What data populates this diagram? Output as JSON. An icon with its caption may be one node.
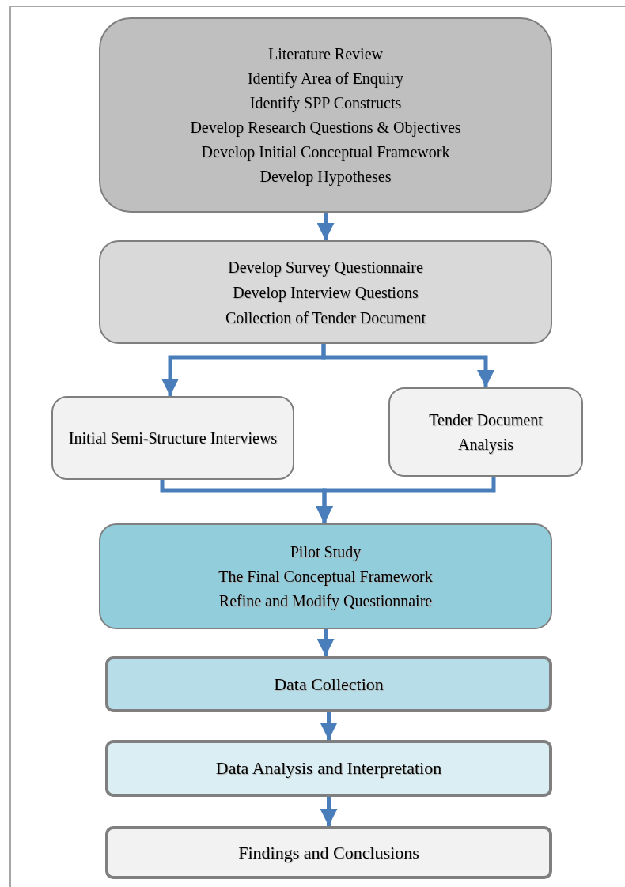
{
  "diagram": {
    "nodes": [
      {
        "text": [
          "Literature Review",
          "Identify Area of Enquiry",
          "Identify SPP Constructs",
          "Develop Research Questions & Objectives",
          "Develop Initial Conceptual Framework",
          "Develop Hypotheses"
        ]
      },
      {
        "text": [
          "Develop Survey Questionnaire",
          "Develop Interview Questions",
          "Collection of Tender Document"
        ]
      },
      {
        "text": [
          "Initial Semi-Structure Interviews"
        ]
      },
      {
        "text": [
          "Tender Document Analysis"
        ]
      },
      {
        "text": [
          "Pilot Study",
          "The Final Conceptual Framework",
          "Refine and Modify Questionnaire"
        ]
      },
      {
        "text": [
          "Data Collection"
        ]
      },
      {
        "text": [
          "Data Analysis and Interpretation"
        ]
      },
      {
        "text": [
          "Findings and Conclusions"
        ]
      }
    ],
    "edges": [
      {
        "from": 0,
        "to": 1,
        "arrow": "to"
      },
      {
        "from": 1,
        "to": 2,
        "arrow": "to"
      },
      {
        "from": 1,
        "to": 3,
        "arrow": "to"
      },
      {
        "from": 2,
        "to": 4,
        "arrow": "to"
      },
      {
        "from": 3,
        "to": 4,
        "arrow": "to"
      },
      {
        "from": 4,
        "to": 5,
        "arrow": "to"
      },
      {
        "from": 5,
        "to": 6,
        "arrow": "to"
      },
      {
        "from": 6,
        "to": 7,
        "arrow": "to"
      }
    ]
  }
}
